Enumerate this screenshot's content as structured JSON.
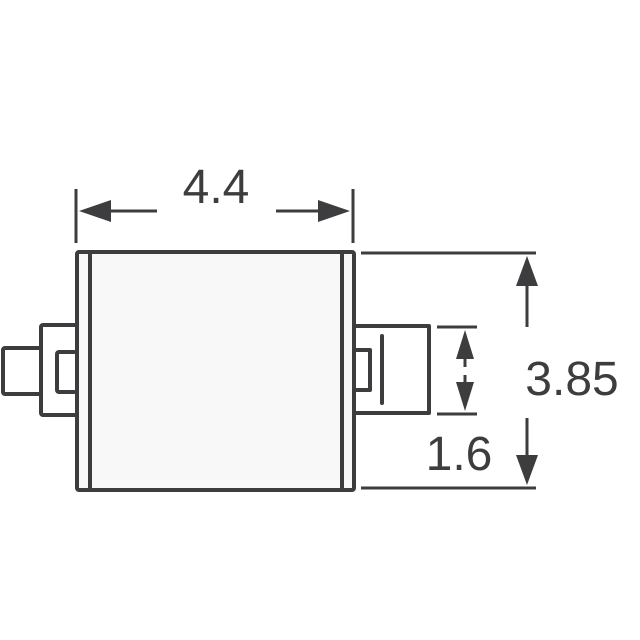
{
  "drawing": {
    "type": "package-outline",
    "units": "mm",
    "colors": {
      "line": "#3d3d3f",
      "body_fill": "#f8f8f8",
      "background": "#ffffff"
    },
    "dimensions": {
      "width": {
        "label": "4.4"
      },
      "height": {
        "label": "3.85"
      },
      "terminal_width": {
        "label": "1.6"
      }
    }
  }
}
